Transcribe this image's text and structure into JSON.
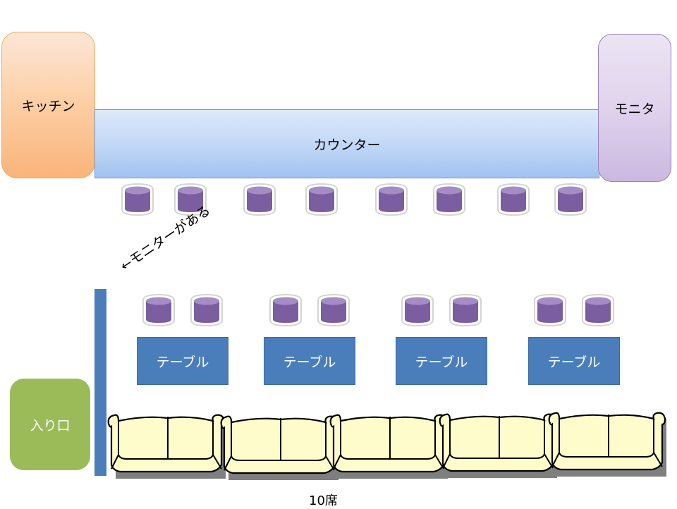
{
  "title": "店内レイアウト図",
  "areas": {
    "kitchen": "キッチン",
    "counter": "カウンター",
    "monitor": "モニタ",
    "entrance": "入り口"
  },
  "annotation": "←モニターがある",
  "tables": [
    {
      "label": "テーブル",
      "stools": 2
    },
    {
      "label": "テーブル",
      "stools": 2
    },
    {
      "label": "テーブル",
      "stools": 2
    },
    {
      "label": "テーブル",
      "stools": 2
    }
  ],
  "counter_stools": 8,
  "sofas": 5,
  "seat_count": "10席",
  "colors": {
    "stool_fill": "#7b5ea0",
    "stool_top": "#a48cc5",
    "table": "#4a7ebb",
    "wall": "#4a7ebb",
    "entrance": "#9bbb59",
    "sofa_fill": "#fffccc",
    "sofa_shadow": "#7f7f7f"
  }
}
